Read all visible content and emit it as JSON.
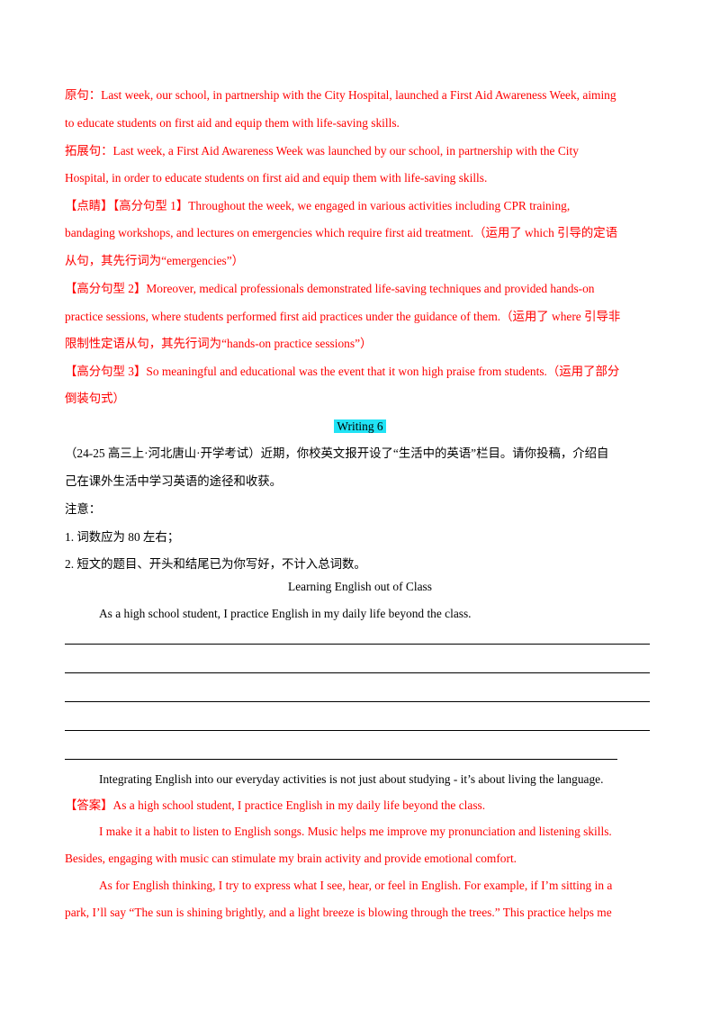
{
  "example": {
    "line1": "原句：Last week, our school, in partnership with the City Hospital, launched a First Aid Awareness Week, aiming",
    "line2": "to educate students on first aid and equip them with life-saving skills.",
    "line3": "拓展句：Last week, a First Aid Awareness Week was launched by our school, in partnership with the City",
    "line4": "Hospital, in order to educate students on first aid and equip them with life-saving skills.",
    "line5": "【点睛】【高分句型 1】Throughout the week, we engaged in various activities including CPR training,",
    "line6": "bandaging workshops, and lectures on emergencies which require first aid treatment.（运用了 which 引导的定语",
    "line7": "从句，其先行词为“emergencies”）",
    "line8": "【高分句型 2】Moreover, medical professionals demonstrated life-saving techniques and provided hands-on",
    "line9": "practice sessions, where students performed first aid practices under the guidance of them.（运用了 where 引导非",
    "line10": "限制性定语从句，其先行词为“hands-on practice sessions”）",
    "line11": "【高分句型 3】So meaningful and educational was the event that it won high praise from students.（运用了部分",
    "line12": "倒装句式）"
  },
  "writing": {
    "heading": "Writing  6",
    "prompt1": "（24-25 高三上·河北唐山·开学考试）近期，你校英文报开设了“生活中的英语”栏目。请你投稿，介绍自",
    "prompt2": "己在课外生活中学习英语的途径和收获。",
    "note": "注意：",
    "req1": "1.  词数应为  80  左右；",
    "req2": "2.  短文的题目、开头和结尾已为你写好，不计入总词数。",
    "title": "Learning English out of Class",
    "opening": "As a high school student, I practice English in my daily life beyond the class.",
    "closing": "Integrating English into our everyday activities is not just about studying - it’s about living the language."
  },
  "answer": {
    "label_line": "【答案】As a high school student, I practice English in my daily life beyond the class.",
    "p1a": "I make it a habit to listen to English songs. Music helps me improve my pronunciation and listening skills.",
    "p1b": "Besides, engaging with music can stimulate my brain activity and provide emotional comfort.",
    "p2a": "As for English thinking, I try to express what I see, hear, or feel in English. For example, if I’m sitting in a",
    "p2b": "park, I’ll say “The sun is shining brightly, and a light breeze is blowing through the trees.” This practice helps me"
  }
}
